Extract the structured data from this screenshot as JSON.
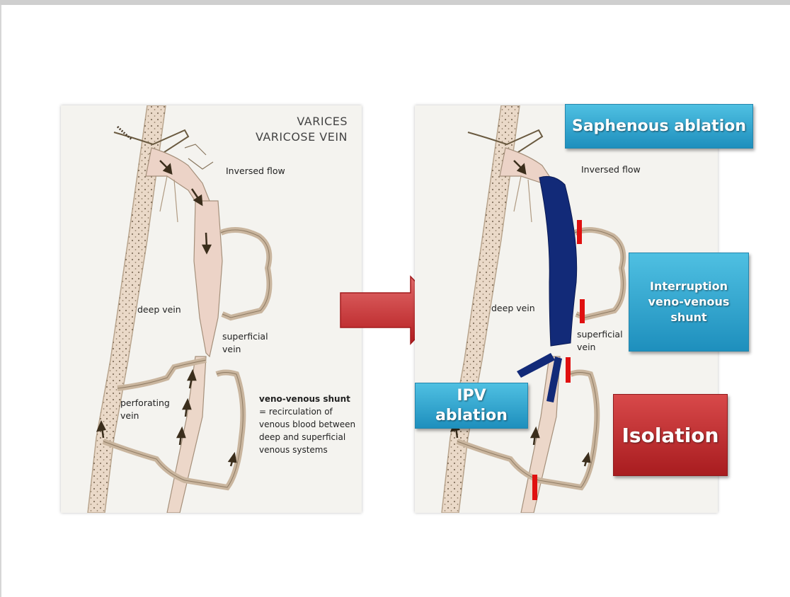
{
  "left_panel": {
    "title_line1": "VARICES",
    "title_line2": "VARICOSE VEIN",
    "inversed_flow": "Inversed flow",
    "deep_vein": "deep vein",
    "superficial_vein": "superficial\nvein",
    "perforating_vein": "perforating\nvein",
    "shunt_title": "veno-venous shunt",
    "shunt_desc": "= recirculation of venous blood between deep and superficial venous systems"
  },
  "right_panel": {
    "inversed_flow": "Inversed flow",
    "deep_vein": "deep vein",
    "superficial_vein": "superficial\nvein"
  },
  "callouts": {
    "saphenous_ablation": "Saphenous ablation",
    "interruption": "Interruption\nveno-venous\nshunt",
    "ipv_ablation": "IPV\nablation",
    "isolation": "Isolation"
  },
  "colors": {
    "callout_blue": "#2a9cc8",
    "callout_red": "#c0282b",
    "arrow_red": "#c62a2c",
    "ablated_vein": "#122a78",
    "interruption_mark": "#e01010",
    "vein_fill": "#e9d6c6"
  }
}
